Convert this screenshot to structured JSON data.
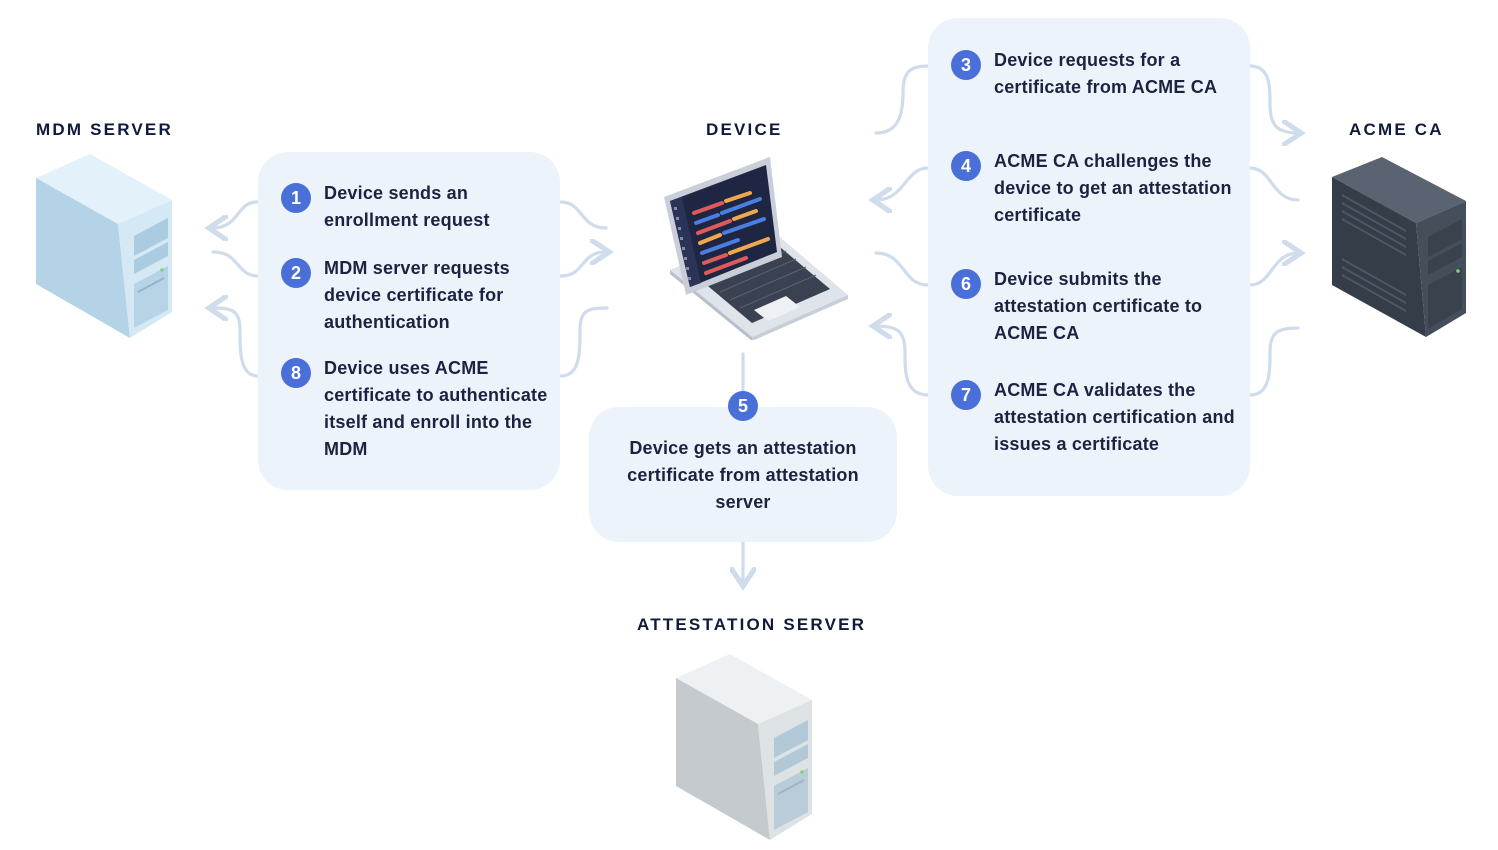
{
  "titles": {
    "mdm": "MDM SERVER",
    "device": "DEVICE",
    "acme": "ACME CA",
    "attestation": "ATTESTATION SERVER"
  },
  "steps": {
    "s1": {
      "num": "1",
      "text": "Device sends an enrollment request"
    },
    "s2": {
      "num": "2",
      "text": "MDM server requests device certificate for authentication"
    },
    "s8": {
      "num": "8",
      "text": "Device uses ACME certificate to authenticate itself and enroll into the MDM"
    },
    "s3": {
      "num": "3",
      "text": "Device requests for a certificate from ACME CA"
    },
    "s4": {
      "num": "4",
      "text": "ACME CA challenges the device to get an attestation certificate"
    },
    "s6": {
      "num": "6",
      "text": "Device submits the attestation certificate to ACME CA"
    },
    "s7": {
      "num": "7",
      "text": "ACME CA validates the attestation certification and issues a certificate"
    },
    "s5": {
      "num": "5",
      "text": "Device gets an attestation certificate from attestation server"
    }
  },
  "colors": {
    "panel": "#edf3fb",
    "badge": "#4a6fd8",
    "connector": "#cfdceb",
    "light_server": "#c7dff0",
    "dark_server": "#3d4550",
    "grey_server": "#d4dade"
  },
  "icons": {
    "mdm": "light-blue-tower-server",
    "device": "laptop-with-code",
    "acme": "dark-tower-server",
    "attestation": "light-grey-tower-server"
  }
}
